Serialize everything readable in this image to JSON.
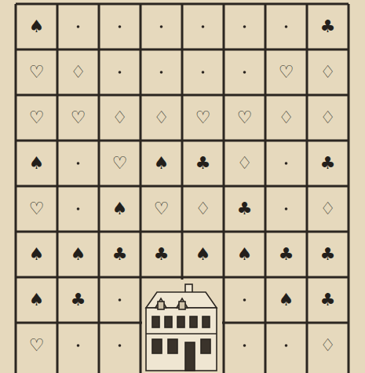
{
  "diagram": {
    "labels": [
      "♠",
      "♣",
      "♡",
      "♢",
      "♡",
      "♢",
      "♡",
      "♡",
      "♢",
      "♢",
      "♡",
      "♡",
      "♢",
      "♢",
      "♠",
      "♡",
      "♠",
      "♣",
      "♢",
      "♣",
      "♡",
      "♠",
      "♡",
      "♢",
      "♣",
      "♢",
      "♠",
      "♠",
      "♣",
      "♣",
      "♠",
      "♠",
      "♣",
      "♣",
      "♠",
      "♣",
      "♠",
      "♣",
      "♡",
      "♢"
    ]
  }
}
